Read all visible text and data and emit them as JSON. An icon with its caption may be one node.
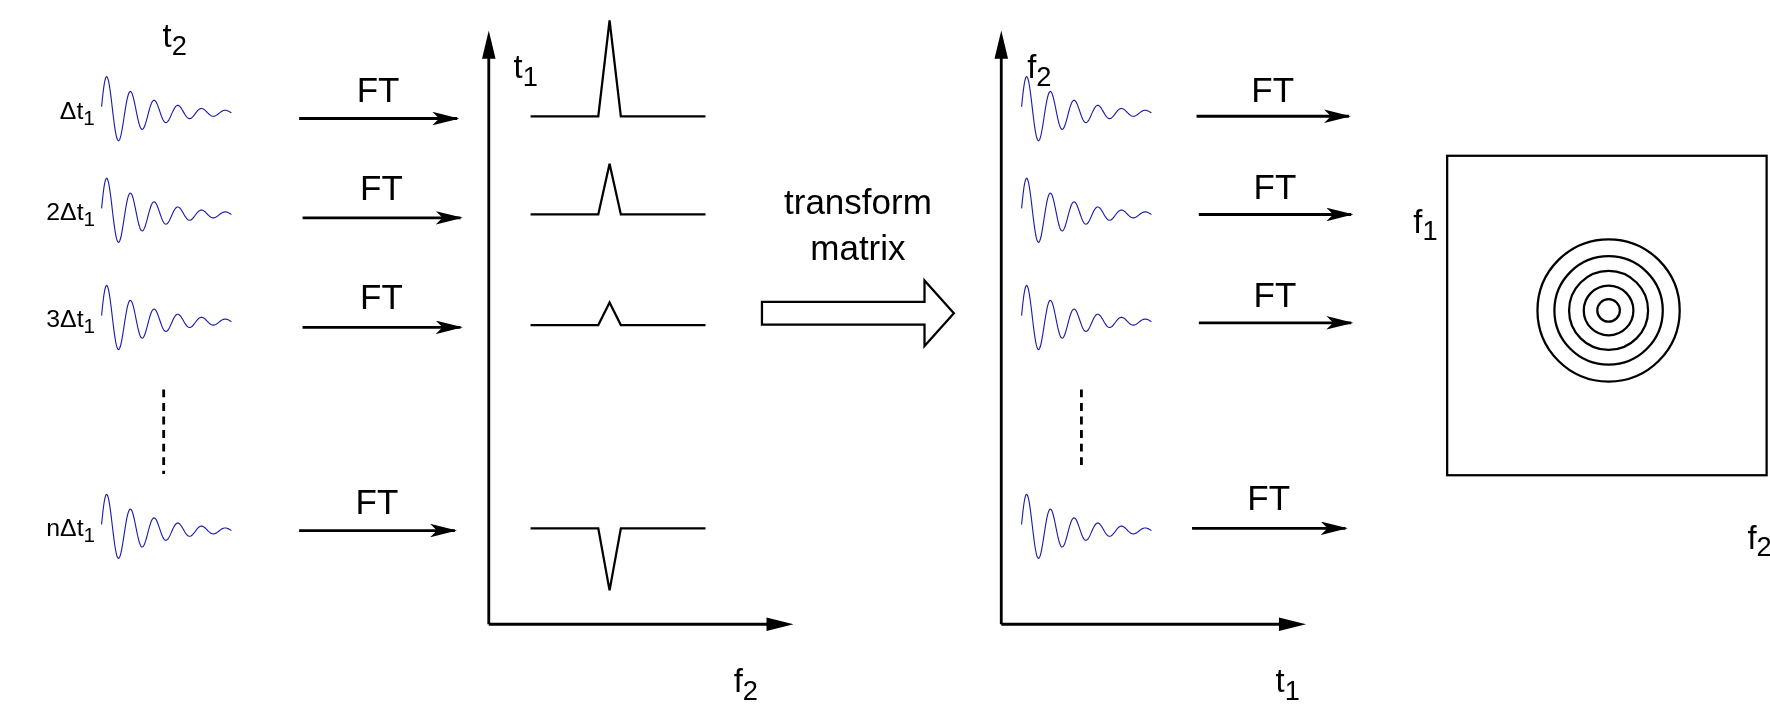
{
  "diagram": {
    "nodes": [
      {
        "text": [],
        "shape": "picture",
        "beside": [
          "Δt$_{1}$"
        ]
      },
      {
        "text": [],
        "shape": "picture",
        "beside": [
          "2Δt$_{1}$"
        ]
      },
      {
        "text": [],
        "shape": "picture",
        "beside": [
          "3Δt$_{1}$"
        ]
      },
      {
        "text": [],
        "shape": "picture",
        "beside": [
          "nΔt$_{1}$"
        ]
      },
      {
        "text": [
          "t$_{1}$",
          "f$_{2}$"
        ]
      },
      {
        "text": [],
        "shape": "picture",
        "in": 4
      },
      {
        "text": [],
        "shape": "picture",
        "in": 4
      },
      {
        "text": [],
        "shape": "picture",
        "in": 4
      },
      {
        "text": [],
        "shape": "picture",
        "in": 4
      },
      {
        "text": [
          "f$_{2}$",
          "t$_{1}$"
        ]
      },
      {
        "text": [],
        "shape": "picture",
        "in": 9
      },
      {
        "text": [],
        "shape": "picture",
        "in": 9
      },
      {
        "text": [],
        "shape": "picture",
        "in": 9
      },
      {
        "text": [],
        "shape": "picture",
        "in": 9
      },
      {
        "text": [
          "f$_{1}$",
          "f$_{2}$"
        ]
      }
    ],
    "edges": [
      {
        "from": 0,
        "to": 5,
        "arrow": "to",
        "label": "FT"
      },
      {
        "from": 1,
        "to": 6,
        "arrow": "to",
        "label": "FT"
      },
      {
        "from": 2,
        "to": 7,
        "arrow": "to",
        "label": "FT"
      },
      {
        "from": 3,
        "to": 8,
        "arrow": "to",
        "label": "FT"
      },
      {
        "from": 4,
        "to": 9,
        "arrow": "to",
        "label": "transform matrix",
        "style": "thick"
      },
      {
        "from": 10,
        "to": 14,
        "arrow": "to",
        "label": "FT"
      },
      {
        "from": 11,
        "to": 14,
        "arrow": "to",
        "label": "FT"
      },
      {
        "from": 12,
        "to": 14,
        "arrow": "to",
        "label": "FT"
      },
      {
        "from": 13,
        "to": 14,
        "arrow": "to",
        "label": "FT"
      }
    ],
    "labels": [
      "t$_{2}$"
    ]
  }
}
